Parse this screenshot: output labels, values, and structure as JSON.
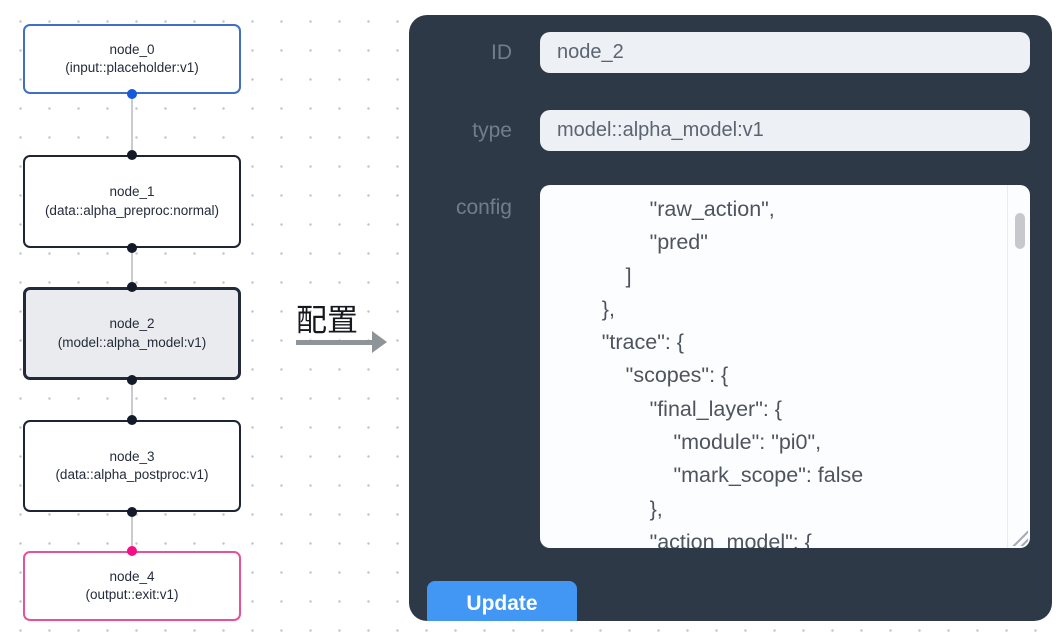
{
  "flow": {
    "nodes": [
      {
        "id": "node_0",
        "type_label": "(input::placeholder:v1)"
      },
      {
        "id": "node_1",
        "type_label": "(data::alpha_preproc:normal)"
      },
      {
        "id": "node_2",
        "type_label": "(model::alpha_model:v1)"
      },
      {
        "id": "node_3",
        "type_label": "(data::alpha_postproc:v1)"
      },
      {
        "id": "node_4",
        "type_label": "(output::exit:v1)"
      }
    ]
  },
  "annotation": {
    "label": "配置"
  },
  "panel": {
    "fields": [
      {
        "label": "ID",
        "value": "node_2"
      },
      {
        "label": "type",
        "value": "model::alpha_model:v1"
      }
    ],
    "config_label": "config",
    "config_text": "                \"raw_action\",\n                \"pred\"\n            ]\n        },\n        \"trace\": {\n            \"scopes\": {\n                \"final_layer\": {\n                    \"module\": \"pi0\",\n                    \"mark_scope\": false\n                },\n                \"action_model\": {",
    "update_label": "Update"
  },
  "colors": {
    "panel_bg": "#2e3947",
    "button_blue": "#4297f5",
    "node_input_border_blue": "#3f70c5",
    "node_output_border_pink": "#e75297",
    "handle_blue": "#1659d9",
    "handle_dark": "#141a2a",
    "handle_pink": "#f40e87",
    "selected_node_bg": "#e9ebee"
  }
}
